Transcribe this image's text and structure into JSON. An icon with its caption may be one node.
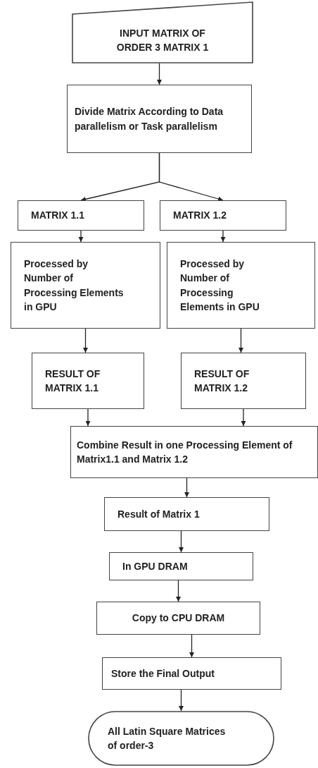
{
  "diagram": {
    "nodes": [
      {
        "text": [
          "INPUT MATRIX OF ORDER 3 MATRIX 1"
        ]
      },
      {
        "text": [
          "Divide Matrix According to Data parallelism or Task parallelism"
        ]
      },
      {
        "text": [
          "MATRIX 1.1"
        ]
      },
      {
        "text": [
          "MATRIX 1.2"
        ]
      },
      {
        "text": [
          "Processed by Number of Processing Elements in GPU"
        ]
      },
      {
        "text": [
          "Processed by Number of Processing Elements in GPU"
        ]
      },
      {
        "text": [
          "RESULT OF MATRIX 1.1"
        ]
      },
      {
        "text": [
          "RESULT OF MATRIX 1.2"
        ]
      },
      {
        "text": [
          "Combine Result in one Processing Element of Matrix1.1 and Matrix 1.2"
        ]
      },
      {
        "text": [
          "Result of Matrix 1"
        ]
      },
      {
        "text": [
          "In GPU DRAM"
        ]
      },
      {
        "text": [
          "Copy to CPU DRAM"
        ]
      },
      {
        "text": [
          "Store the Final Output"
        ]
      },
      {
        "text": [
          "All Latin Square Matrices of order-3"
        ]
      }
    ],
    "edges": [
      {
        "from": 0,
        "to": 1,
        "arrow": "to"
      },
      {
        "from": 1,
        "to": 2,
        "arrow": "to"
      },
      {
        "from": 1,
        "to": 3,
        "arrow": "to"
      },
      {
        "from": 2,
        "to": 4,
        "arrow": "to"
      },
      {
        "from": 3,
        "to": 5,
        "arrow": "to"
      },
      {
        "from": 4,
        "to": 6,
        "arrow": "to"
      },
      {
        "from": 5,
        "to": 7,
        "arrow": "to"
      },
      {
        "from": 6,
        "to": 8,
        "arrow": "to"
      },
      {
        "from": 7,
        "to": 8,
        "arrow": "to"
      },
      {
        "from": 8,
        "to": 9,
        "arrow": "to"
      },
      {
        "from": 9,
        "to": 10,
        "arrow": "to"
      },
      {
        "from": 10,
        "to": 11,
        "arrow": "to"
      },
      {
        "from": 11,
        "to": 12,
        "arrow": "to"
      },
      {
        "from": 12,
        "to": 13,
        "arrow": "to"
      }
    ]
  }
}
